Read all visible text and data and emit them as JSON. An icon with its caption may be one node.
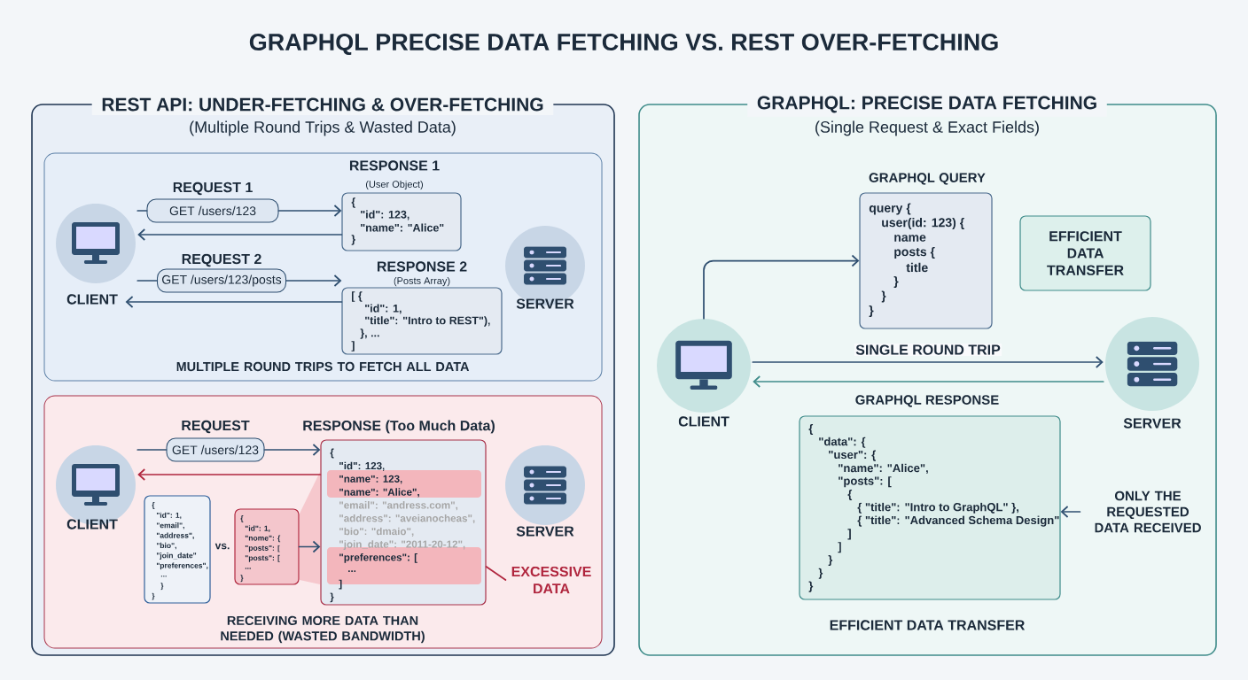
{
  "diagram": {
    "title": "GRAPHQL PRECISE DATA FETCHING VS. REST OVER-FETCHING",
    "nodes": [
      {
        "text": [
          "REST API: UNDER-FETCHING & OVER-FETCHING",
          "(Multiple Round Trips & Wasted Data)"
        ]
      },
      {
        "text": [
          "MULTIPLE ROUND TRIPS TO FETCH ALL DATA"
        ],
        "in": 0
      },
      {
        "text": [
          "CLIENT"
        ],
        "in": 1
      },
      {
        "text": [
          "REQUEST 1",
          "GET /users/123"
        ],
        "in": 1
      },
      {
        "text": [
          "RESPONSE 1",
          "(User Object)",
          "{",
          "\"id\": 123,",
          "\"name\": \"Alice\"",
          "}"
        ],
        "in": 1
      },
      {
        "text": [
          "REQUEST 2",
          "GET /users/123/posts"
        ],
        "in": 1
      },
      {
        "text": [
          "RESPONSE 2",
          "(Posts Array)",
          "[ {",
          "\"id\": 1,",
          "\"title\": \"Intro to REST\"),",
          "}, ...",
          "]"
        ],
        "in": 1
      },
      {
        "text": [
          "SERVER"
        ],
        "in": 1
      },
      {
        "text": [
          "RECEIVING MORE DATA THAN NEEDED (WASTED BANDWIDTH)"
        ],
        "in": 0
      },
      {
        "text": [
          "CLIENT"
        ],
        "in": 8
      },
      {
        "text": [
          "REQUEST",
          "GET /users/123"
        ],
        "in": 8
      },
      {
        "text": [
          "RESPONSE (Too Much Data)",
          "{",
          "\"id\": 123,",
          "\"name\": 123,",
          "\"name\": \"Alice\",",
          "\"email\": \"andress.com\",",
          "\"address\": \"aveianocheas\",",
          "\"bio\": \"dmaio\",",
          "\"join_date\": \"2011-20-12\",",
          "\"preferences\": [",
          "...",
          "]",
          "}"
        ],
        "in": 8
      },
      {
        "text": [
          "{",
          "\"id\": 1,",
          "\"email\",",
          "\"address\",",
          "\"bio\",",
          "\"join_date\"",
          "\"preferences\",",
          "...",
          "}",
          "}"
        ],
        "in": 8
      },
      {
        "text": [
          "{",
          "\"id\": 1,",
          "\"nome\": {",
          "\"posts\": [",
          "\"posts\": [",
          "...",
          "}"
        ],
        "in": 8
      },
      {
        "text": [
          "SERVER"
        ],
        "in": 8
      },
      {
        "text": [
          "EXCESSIVE DATA"
        ],
        "in": 8
      },
      {
        "text": [
          "GRAPHQL: PRECISE DATA FETCHING",
          "(Single Request & Exact Fields)"
        ]
      },
      {
        "text": [
          "GRAPHQL QUERY",
          "query {",
          "user(id: 123) {",
          "name",
          "posts {",
          "title",
          "}",
          "}",
          "}"
        ],
        "in": 16
      },
      {
        "text": [
          "EFFICIENT DATA TRANSFER"
        ],
        "in": 16
      },
      {
        "text": [
          "CLIENT"
        ],
        "in": 16
      },
      {
        "text": [
          "SERVER"
        ],
        "in": 16
      },
      {
        "text": [
          "GRAPHQL RESPONSE",
          "{",
          "\"data\": {",
          "\"user\": {",
          "\"name\": \"Alice\",",
          "\"posts\": [",
          "{",
          "{ \"title\": \"Intro to GraphQL\" },",
          "{ \"title\": \"Advanced Schema Design\"",
          "]",
          "]",
          "}",
          "}",
          "}"
        ],
        "in": 16
      },
      {
        "text": [
          "ONLY THE REQUESTED DATA RECEIVED"
        ],
        "in": 16
      }
    ],
    "edges": [
      {
        "from": 2,
        "to": 3,
        "arrow": "none"
      },
      {
        "from": 3,
        "to": 4,
        "arrow": "to"
      },
      {
        "from": 4,
        "to": 2,
        "arrow": "to"
      },
      {
        "from": 2,
        "to": 5,
        "arrow": "none"
      },
      {
        "from": 5,
        "to": 6,
        "arrow": "to"
      },
      {
        "from": 6,
        "to": 2,
        "arrow": "to"
      },
      {
        "from": 9,
        "to": 10,
        "arrow": "none"
      },
      {
        "from": 10,
        "to": 11,
        "arrow": "to"
      },
      {
        "from": 11,
        "to": 9,
        "arrow": "to",
        "color": "#b0263e"
      },
      {
        "from": 13,
        "to": 11,
        "arrow": "to"
      },
      {
        "from": 15,
        "to": 11,
        "arrow": "none",
        "color": "#b0263e"
      },
      {
        "from": 22,
        "to": 21,
        "arrow": "to"
      },
      {
        "from": 19,
        "to": 17,
        "arrow": "to"
      },
      {
        "from": 19,
        "to": 20,
        "arrow": "to",
        "label": "SINGLE ROUND TRIP"
      },
      {
        "from": 20,
        "to": 19,
        "arrow": "to",
        "color": "#3f8c8a"
      }
    ],
    "labels": [
      "vs.",
      "EFFICIENT DATA TRANSFER"
    ]
  }
}
